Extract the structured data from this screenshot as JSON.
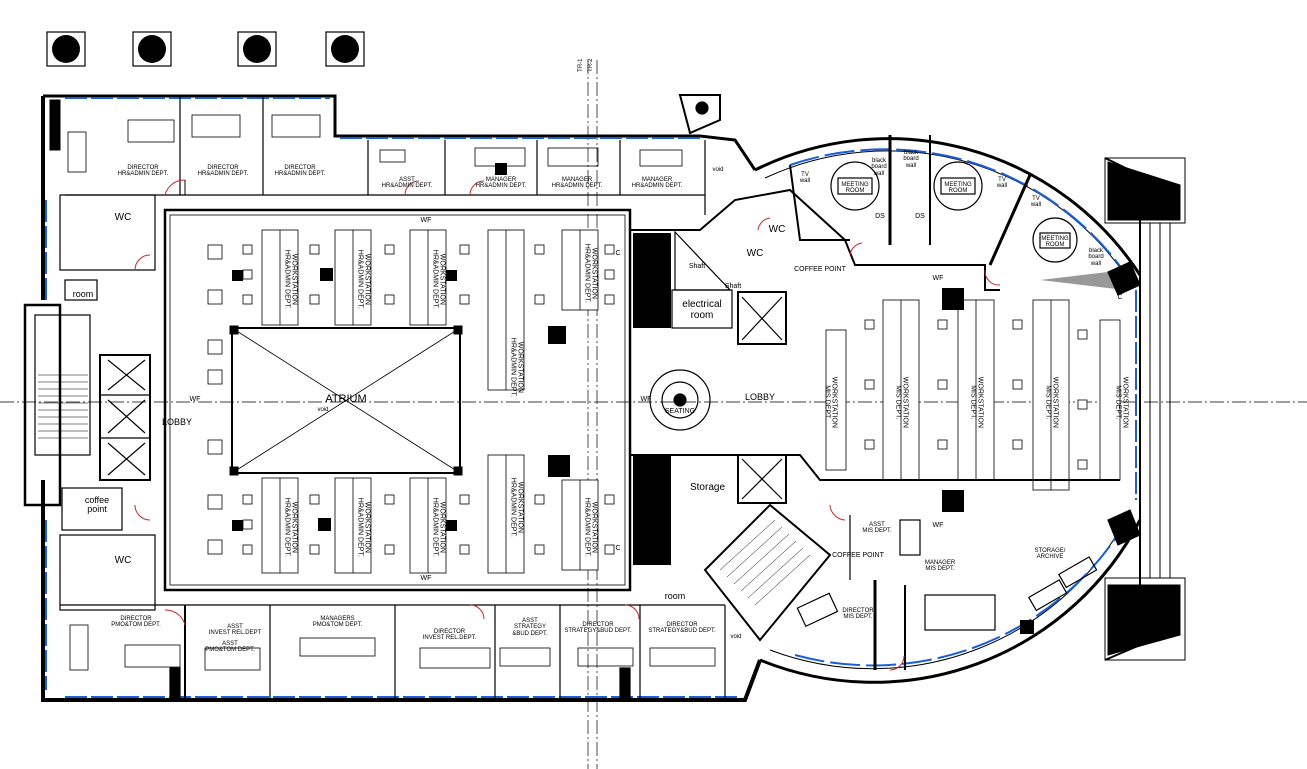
{
  "rooms": {
    "director_hradmin": "DIRECTOR\nHR&ADMIN DEPT.",
    "asst_hradmin": "ASST\nHR&ADMIN DEPT.",
    "managers_hradmin": "MANAGER\nHR&ADMIN DEPT.",
    "wc": "WC",
    "void": "void",
    "tv_wall": "TV\nwall",
    "black_board_wall": "black\nboard\nwall",
    "meeting_room": "MEETING\nROOM",
    "coffee_point_caps": "COFFEE POINT",
    "coffee_point": "coffee\npoint",
    "shaft": "Shaft",
    "electrical_room": "electrical\nroom",
    "lobby_caps": "LOBBY",
    "seating": "SEATING",
    "atrium": "ATRIUM",
    "void_small": "void",
    "storage": "Storage",
    "workstation_hradmin": "WORKSTATION\nHR&ADMIN DEPT.",
    "workstation_mis": "WORKSTATION\nMIS DEPT.",
    "asst_mis": "ASST\nMIS DEPT.",
    "manager_mis": "MANAGER\nMIS DEPT.",
    "director_mis": "DIRECTOR\nMIS DEPT.",
    "storage_archive": "STORAGE/\nARCHIVE",
    "director_pmo": "DIRECTOR\nPMO&TOM DEPT.",
    "asst_invest": "ASST\nINVEST REL.DEPT",
    "asst_pmo": "ASST\nPMO&TOM DEPT.",
    "managers_pmo": "MANAGERS\nPMO&TOM DEPT.",
    "director_invest": "DIRECTOR\nINVEST REL.DEPT.",
    "asst_strategy": "ASST\nSTRATEGY\n&BUD DEPT.",
    "director_strategy": "DIRECTOR\nSTRATEGY&BUD DEPT.",
    "room": "room",
    "wf": "WF",
    "c": "C",
    "ds": "DS"
  },
  "grid_lines": {
    "tr1": "TR-1",
    "tr2": "TR-2"
  },
  "colors": {
    "line": "#000000",
    "wall": "#000000",
    "glazing": "#1a5fd6",
    "door": "#c0282d",
    "background": "#ffffff"
  }
}
